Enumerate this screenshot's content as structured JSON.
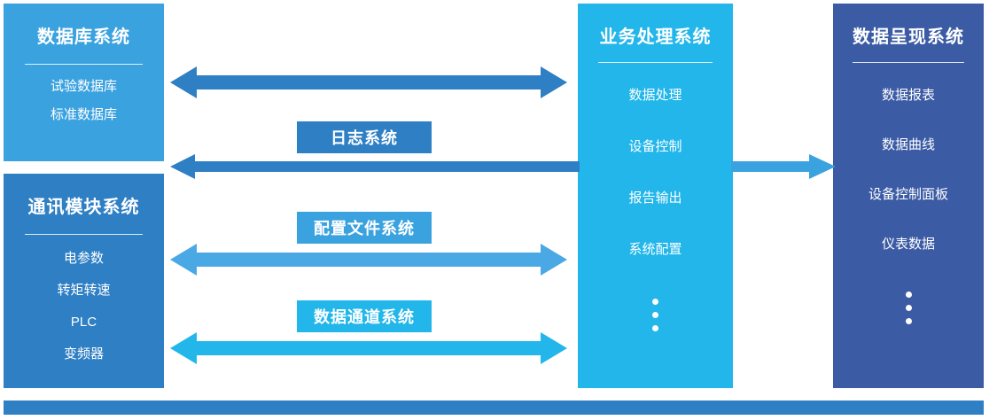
{
  "diagram": {
    "title_hidden": "",
    "colors": {
      "database_blue": "#3ba2e0",
      "comm_blue": "#2e7fc4",
      "business_cyan": "#22b6ea",
      "present_navy": "#3b5ba5",
      "arrow_mid_blue": "#4aa8e5",
      "bottom_bar": "#2e7fc4"
    }
  },
  "boxes": {
    "database": {
      "title": "数据库系统",
      "items": [
        "试验数据库",
        "标准数据库"
      ]
    },
    "communication": {
      "title": "通讯模块系统",
      "items": [
        "电参数",
        "转矩转速",
        "PLC",
        "变频器"
      ]
    },
    "business": {
      "title": "业务处理系统",
      "items": [
        "数据处理",
        "设备控制",
        "报告输出",
        "系统配置"
      ],
      "more_indicator": "⋮"
    },
    "presentation": {
      "title": "数据呈现系统",
      "items": [
        "数据报表",
        "数据曲线",
        "设备控制面板",
        "仪表数据"
      ],
      "more_indicator": "⋮"
    }
  },
  "channels": [
    {
      "label": "日志系统"
    },
    {
      "label": "配置文件系统"
    },
    {
      "label": "数据通道系统"
    }
  ],
  "arrows": [
    {
      "name": "database-to-business",
      "direction": "bidirectional",
      "color": "#2e7fc4"
    },
    {
      "name": "business-to-database-log",
      "direction": "left",
      "color": "#2e7fc4"
    },
    {
      "name": "business-to-presentation",
      "direction": "right",
      "color": "#3ba2e0"
    },
    {
      "name": "comm-to-business-config",
      "direction": "bidirectional",
      "color": "#4aa8e5"
    },
    {
      "name": "comm-to-business-channel",
      "direction": "bidirectional",
      "color": "#22b6ea"
    }
  ]
}
